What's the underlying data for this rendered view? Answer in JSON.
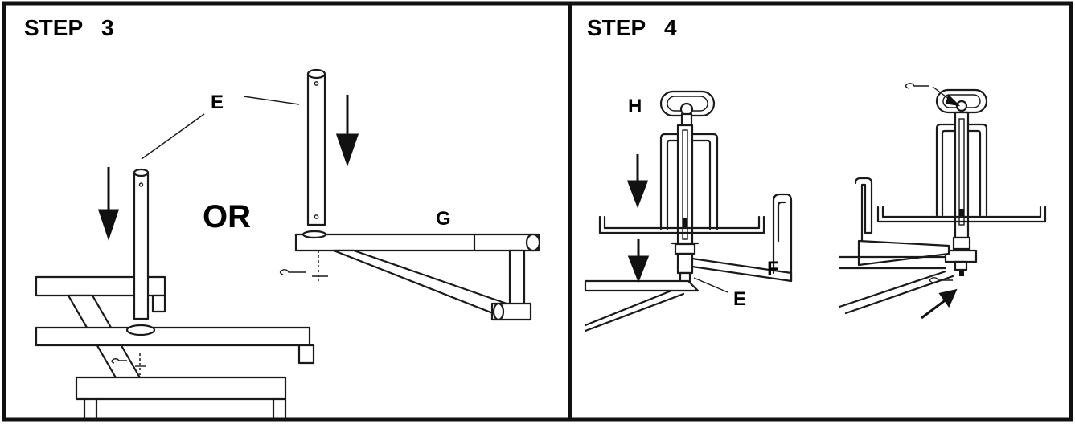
{
  "panels": [
    {
      "title": "STEP   3",
      "labels": {
        "e": "E",
        "or": "OR",
        "g": "G"
      }
    },
    {
      "title": "STEP   4",
      "labels": {
        "h": "H",
        "f": "F",
        "e": "E"
      }
    }
  ]
}
